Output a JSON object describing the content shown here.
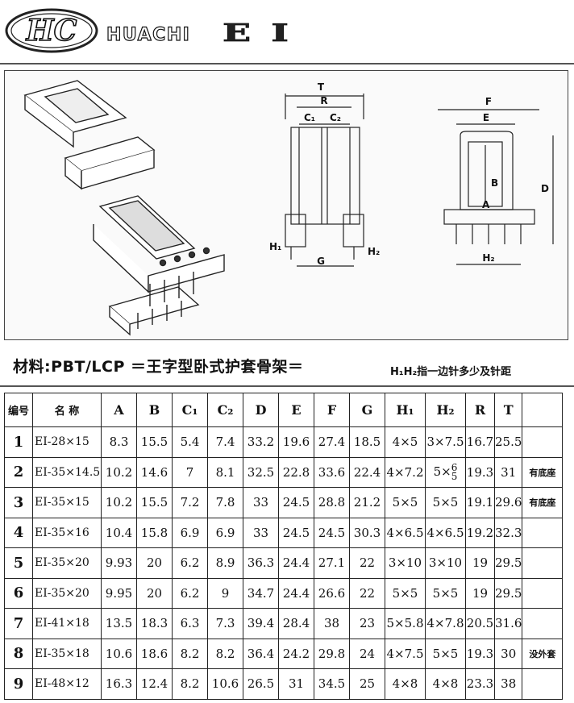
{
  "brand": {
    "logo_text": "HC",
    "name": "HUACHI",
    "product": "EI"
  },
  "drawing": {
    "front_labels": {
      "T": "T",
      "R": "R",
      "C1": "C₁",
      "C2": "C₂",
      "H1": "H₁",
      "H2": "H₂",
      "G": "G"
    },
    "side_labels": {
      "F": "F",
      "E": "E",
      "B": "B",
      "A": "A",
      "D": "D",
      "H2": "H₂"
    }
  },
  "spec": {
    "material": "材料:PBT/LCP ＝王字型卧式护套骨架＝",
    "note": "H₁H₂指一边针多少及针距"
  },
  "table": {
    "headers": [
      "编号",
      "名 称",
      "A",
      "B",
      "C₁",
      "C₂",
      "D",
      "E",
      "F",
      "G",
      "H₁",
      "H₂",
      "R",
      "T",
      ""
    ],
    "rows": [
      [
        "1",
        "EI-28×15",
        "8.3",
        "15.5",
        "5.4",
        "7.4",
        "33.2",
        "19.6",
        "27.4",
        "18.5",
        "4×5",
        "3×7.5",
        "16.7",
        "25.5",
        ""
      ],
      [
        "2",
        "EI-35×14.5",
        "10.2",
        "14.6",
        "7",
        "8.1",
        "32.5",
        "22.8",
        "33.6",
        "22.4",
        "4×7.2",
        "5×",
        "19.3",
        "31",
        "有底座"
      ],
      [
        "3",
        "EI-35×15",
        "10.2",
        "15.5",
        "7.2",
        "7.8",
        "33",
        "24.5",
        "28.8",
        "21.2",
        "5×5",
        "5×5",
        "19.1",
        "29.6",
        "有底座"
      ],
      [
        "4",
        "EI-35×16",
        "10.4",
        "15.8",
        "6.9",
        "6.9",
        "33",
        "24.5",
        "24.5",
        "30.3",
        "4×6.5",
        "4×6.5",
        "19.2",
        "32.3",
        ""
      ],
      [
        "5",
        "EI-35×20",
        "9.93",
        "20",
        "6.2",
        "8.9",
        "36.3",
        "24.4",
        "27.1",
        "22",
        "3×10",
        "3×10",
        "19",
        "29.5",
        ""
      ],
      [
        "6",
        "EI-35×20",
        "9.95",
        "20",
        "6.2",
        "9",
        "34.7",
        "24.4",
        "26.6",
        "22",
        "5×5",
        "5×5",
        "19",
        "29.5",
        ""
      ],
      [
        "7",
        "EI-41×18",
        "13.5",
        "18.3",
        "6.3",
        "7.3",
        "39.4",
        "28.4",
        "38",
        "23",
        "5×5.8",
        "4×7.8",
        "20.5",
        "31.6",
        ""
      ],
      [
        "8",
        "EI-35×18",
        "10.6",
        "18.6",
        "8.2",
        "8.2",
        "36.4",
        "24.2",
        "29.8",
        "24",
        "4×7.5",
        "5×5",
        "19.3",
        "30",
        "没外套"
      ],
      [
        "9",
        "EI-48×12",
        "16.3",
        "12.4",
        "8.2",
        "10.6",
        "26.5",
        "31",
        "34.5",
        "25",
        "4×8",
        "4×8",
        "23.3",
        "38",
        ""
      ]
    ],
    "row2_h2_fraction": {
      "top": "6",
      "bottom": "5"
    }
  }
}
